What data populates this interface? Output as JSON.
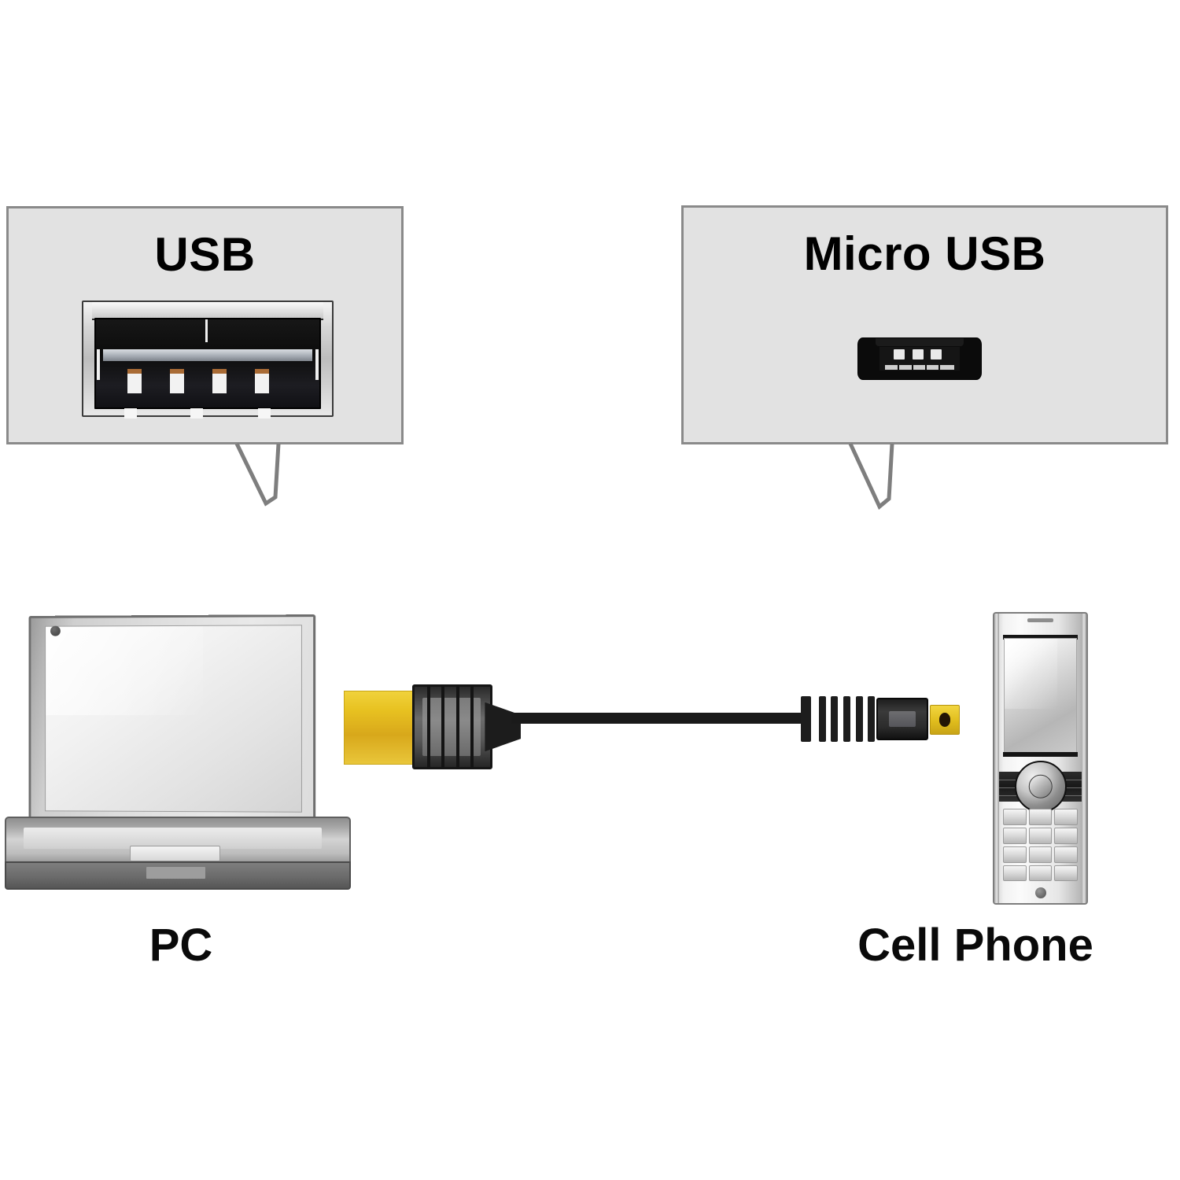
{
  "diagram": {
    "type": "connection-diagram",
    "background_color": "#ffffff",
    "title_not_shown": ""
  },
  "callouts": [
    {
      "id": "usb-callout",
      "label": "USB",
      "port_type": "usb-a-female-port",
      "port_pin_count": 4,
      "box_fill": "#e2e2e2",
      "box_border": "#8a8a8a",
      "points_to": "PC"
    },
    {
      "id": "micro-usb-callout",
      "label": "Micro USB",
      "port_type": "micro-usb-female-port",
      "port_pin_count": 5,
      "box_fill": "#e2e2e2",
      "box_border": "#8a8a8a",
      "points_to": "Cell Phone"
    }
  ],
  "devices": [
    {
      "id": "pc",
      "label": "PC",
      "icon": "laptop-icon",
      "connector": "USB"
    },
    {
      "id": "cell-phone",
      "label": "Cell Phone",
      "icon": "cell-phone-icon",
      "connector": "Micro USB"
    }
  ],
  "cable": {
    "name": "usb-to-micro-usb-cable",
    "left_connector": "USB Type-A male",
    "right_connector": "Micro USB male",
    "cable_color": "#1a1a1a",
    "usb_contact_color": "#e8c221",
    "micro_tip_color": "#e0bd1d"
  },
  "colors": {
    "box_fill": "#e2e2e2",
    "box_border": "#8a8a8a",
    "text": "#0a0a0a",
    "cable": "#1a1a1a",
    "gold": "#e8c221"
  },
  "phone_ui": {
    "keypad_rows": 4,
    "keypad_cols": 3,
    "has_nav_wheel": true
  }
}
